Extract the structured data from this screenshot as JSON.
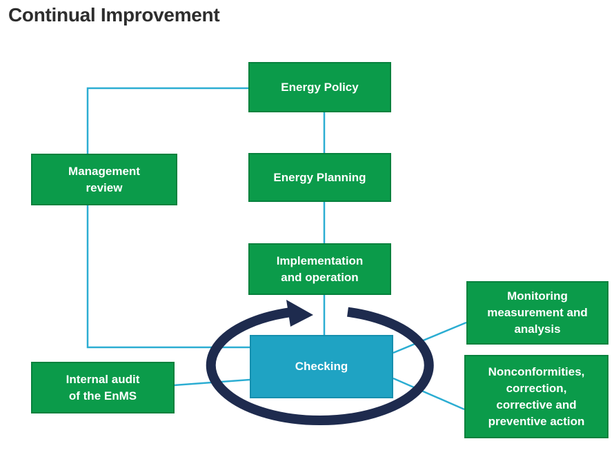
{
  "title": "Continual Improvement",
  "diagram_type": "enms-continual-improvement-cycle",
  "cycle_arrow": {
    "direction": "clockwise"
  },
  "nodes": {
    "energy_policy": {
      "label": "Energy Policy"
    },
    "management_review": {
      "label": "Management\nreview"
    },
    "energy_planning": {
      "label": "Energy Planning"
    },
    "implementation": {
      "label": "Implementation\nand operation"
    },
    "checking": {
      "label": "Checking"
    },
    "monitoring": {
      "label": "Monitoring\nmeasurement and\nanalysis"
    },
    "nonconformities": {
      "label": "Nonconformities,\ncorrection,\ncorrective and\npreventive action"
    },
    "internal_audit": {
      "label": "Internal audit\nof the EnMS"
    }
  },
  "colors": {
    "green": "#0b9b4a",
    "green_border": "#06813d",
    "cyan": "#1fa3c3",
    "cyan_border": "#168fae",
    "line": "#2badd2",
    "ring": "#1e2b4e",
    "title_text": "#2d2d2d",
    "box_text": "#ffffff",
    "background": "#ffffff"
  }
}
